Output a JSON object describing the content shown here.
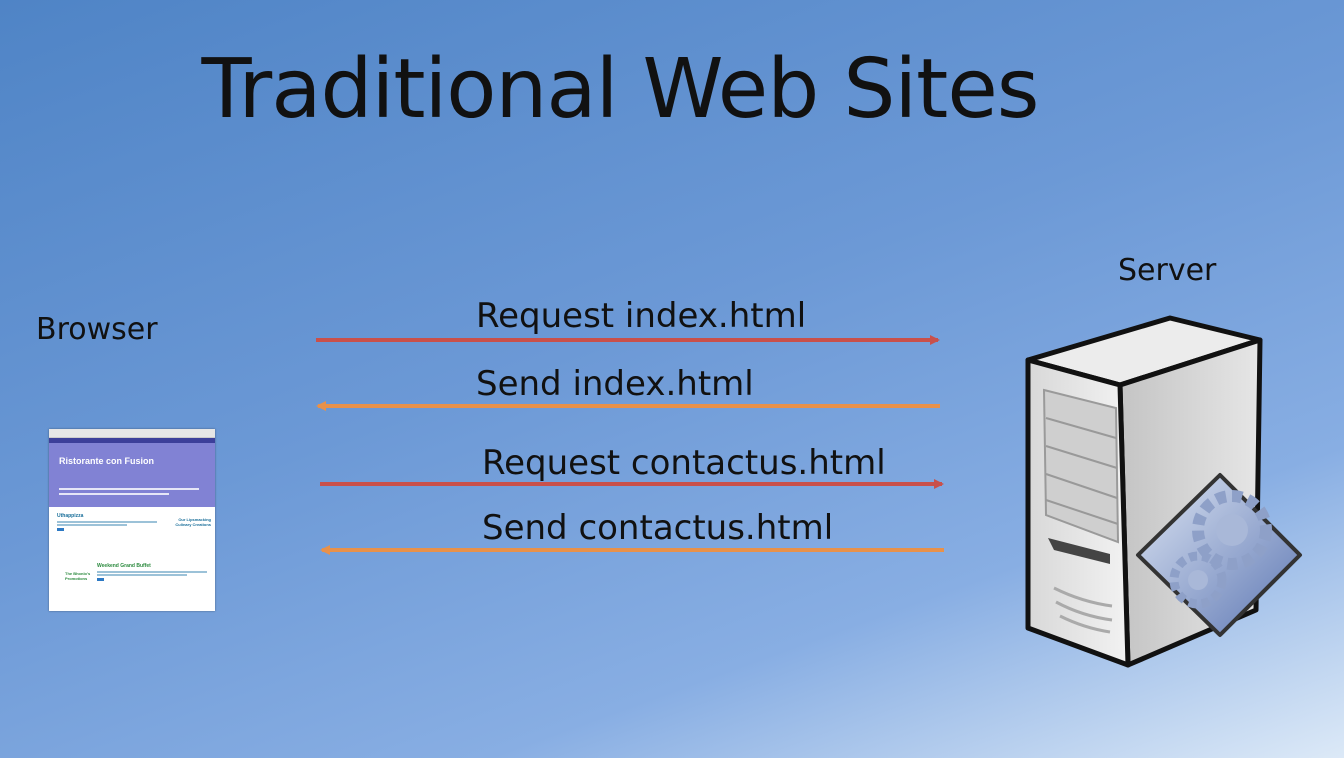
{
  "title": "Traditional Web Sites",
  "browser_label": "Browser",
  "server_label": "Server",
  "messages": [
    {
      "text": "Request index.html",
      "direction": "to-server",
      "color": "#c9504a"
    },
    {
      "text": "Send index.html",
      "direction": "to-browser",
      "color": "#e8914a"
    },
    {
      "text": "Request contactus.html",
      "direction": "to-server",
      "color": "#c9504a"
    },
    {
      "text": "Send contactus.html",
      "direction": "to-browser",
      "color": "#e8914a"
    }
  ],
  "thumbnail": {
    "site_title": "Ristorante con Fusion",
    "section_title": "Uthappizza",
    "promo_title": "Weekend Grand Buffet",
    "side_text": "Our Lipsmacking Culinary Creations",
    "logo_text": "The Bhonlo's Promotions"
  },
  "colors": {
    "request_arrow": "#c9504a",
    "response_arrow": "#e8914a"
  }
}
